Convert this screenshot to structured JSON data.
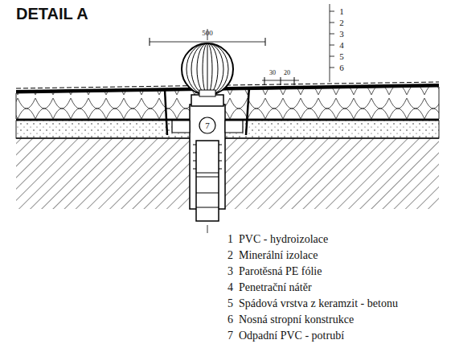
{
  "diagram": {
    "title": "DETAIL A",
    "labels": [
      "1",
      "2",
      "3",
      "4",
      "5",
      "6",
      "500",
      "30",
      "20",
      "7",
      "1  PVC - hydroizolace",
      "2  Minerální izolace",
      "3  Parotěsná PE fólie",
      "4  Penetrační nátěr",
      "5  Spádová vrstva z keramzit - betonu",
      "6  Nosná stropní konstrukce",
      "7  Odpadní PVC - potrubí"
    ]
  }
}
